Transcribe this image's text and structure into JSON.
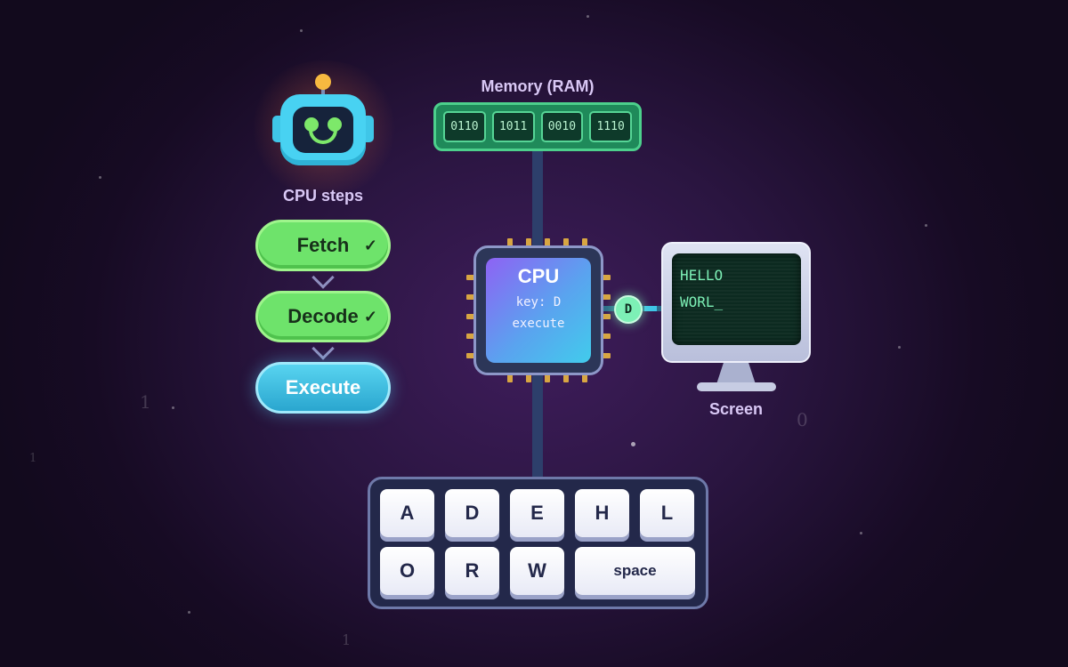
{
  "robot": {
    "caption": "CPU steps"
  },
  "steps": [
    {
      "label": "Fetch",
      "status": "done",
      "check": "✓"
    },
    {
      "label": "Decode",
      "status": "done",
      "check": "✓"
    },
    {
      "label": "Execute",
      "status": "active"
    }
  ],
  "memory": {
    "label": "Memory (RAM)",
    "cells": [
      "0110",
      "1011",
      "0010",
      "1110"
    ]
  },
  "cpu": {
    "title": "CPU",
    "line1": "key: D",
    "line2": "execute"
  },
  "signal": {
    "value": "D"
  },
  "screen": {
    "label": "Screen",
    "lines": [
      "HELLO",
      "WORL_"
    ]
  },
  "keyboard": {
    "row1": [
      "A",
      "D",
      "E",
      "H",
      "L"
    ],
    "row2": [
      "O",
      "R",
      "W",
      "space"
    ]
  },
  "background_bits": [
    "1",
    "0",
    "1",
    "1"
  ],
  "colors": {
    "step_done": "#6ee36b",
    "step_active": "#2aa6cf",
    "memory": "#1f8a5a",
    "screen_text": "#7df0b6",
    "chip_gradient": [
      "#8e62f4",
      "#41ccec"
    ]
  }
}
